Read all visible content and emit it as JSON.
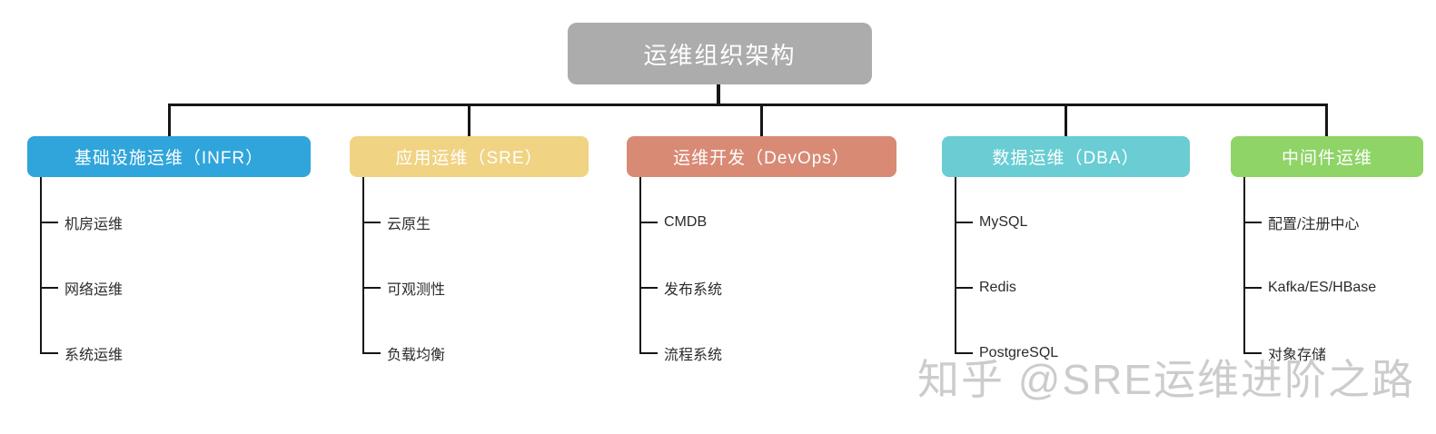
{
  "root": {
    "label": "运维组织架构",
    "color": "#ACACAC"
  },
  "branches": [
    {
      "title": "基础设施运维（INFR）",
      "color": "#2FA5DB",
      "children": [
        "机房运维",
        "网络运维",
        "系统运维"
      ]
    },
    {
      "title": "应用运维（SRE）",
      "color": "#F0D383",
      "children": [
        "云原生",
        "可观测性",
        "负载均衡"
      ]
    },
    {
      "title": "运维开发（DevOps）",
      "color": "#D88A75",
      "children": [
        "CMDB",
        "发布系统",
        "流程系统"
      ]
    },
    {
      "title": "数据运维（DBA）",
      "color": "#69CDD3",
      "children": [
        "MySQL",
        "Redis",
        "PostgreSQL"
      ]
    },
    {
      "title": "中间件运维",
      "color": "#8FD466",
      "children": [
        "配置/注册中心",
        "Kafka/ES/HBase",
        "对象存储"
      ]
    }
  ],
  "connector_color": "#161616",
  "watermark": "知乎 @SRE运维进阶之路"
}
